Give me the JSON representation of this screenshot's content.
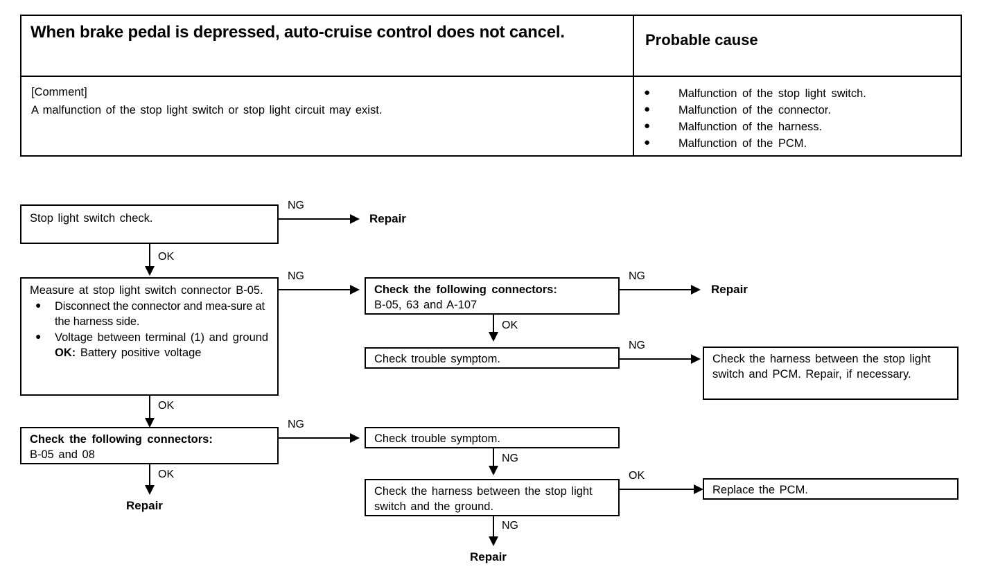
{
  "symptom_table": {
    "title": "When brake pedal is depressed, auto-cruise control does not cancel.",
    "probable_cause_header": "Probable cause",
    "comment_label": "[Comment]",
    "comment_text": "A malfunction of the stop light switch or stop light circuit may exist.",
    "causes": [
      "Malfunction of the stop light switch.",
      "Malfunction of the connector.",
      "Malfunction of the harness.",
      "Malfunction of the PCM."
    ]
  },
  "flowchart": {
    "boxes": {
      "stop_light_switch_check": "Stop light switch check.",
      "measure_title": "Measure at stop light switch connector B-05.",
      "measure_item1": "Disconnect the connector and mea-sure at the harness side.",
      "measure_item2_line1": "Voltage between terminal (1) and ground",
      "measure_item2_ok_label": "OK:",
      "measure_item2_ok_value": "Battery positive voltage",
      "check_connectors_1_head": "Check the following connectors:",
      "check_connectors_1_body": "B-05, 63 and A-107",
      "check_trouble_symptom_1": "Check trouble symptom.",
      "check_harness_pcm": "Check the harness between the stop light switch and PCM. Repair, if necessary.",
      "check_connectors_2_head": "Check the following connectors:",
      "check_connectors_2_body": "B-05 and 08",
      "check_trouble_symptom_2": "Check trouble symptom.",
      "check_harness_ground": "Check the harness between the stop light switch and the ground.",
      "replace_pcm": "Replace the PCM."
    },
    "terminals": {
      "repair_top": "Repair",
      "repair_mid_right": "Repair",
      "repair_bottom_left": "Repair",
      "repair_bottom_mid": "Repair"
    },
    "edge_labels": {
      "e1_ng": "NG",
      "e2_ok": "OK",
      "e3_ng": "NG",
      "e4_ok": "OK",
      "e5_ng": "NG",
      "e6_ok": "OK",
      "e7_ng": "NG",
      "e8_ng": "NG",
      "e9_ok": "OK",
      "e10_ng": "NG",
      "e11_ok": "OK",
      "e12_ng": "NG"
    }
  },
  "colors": {
    "ink": "#000000",
    "paper": "#ffffff"
  }
}
